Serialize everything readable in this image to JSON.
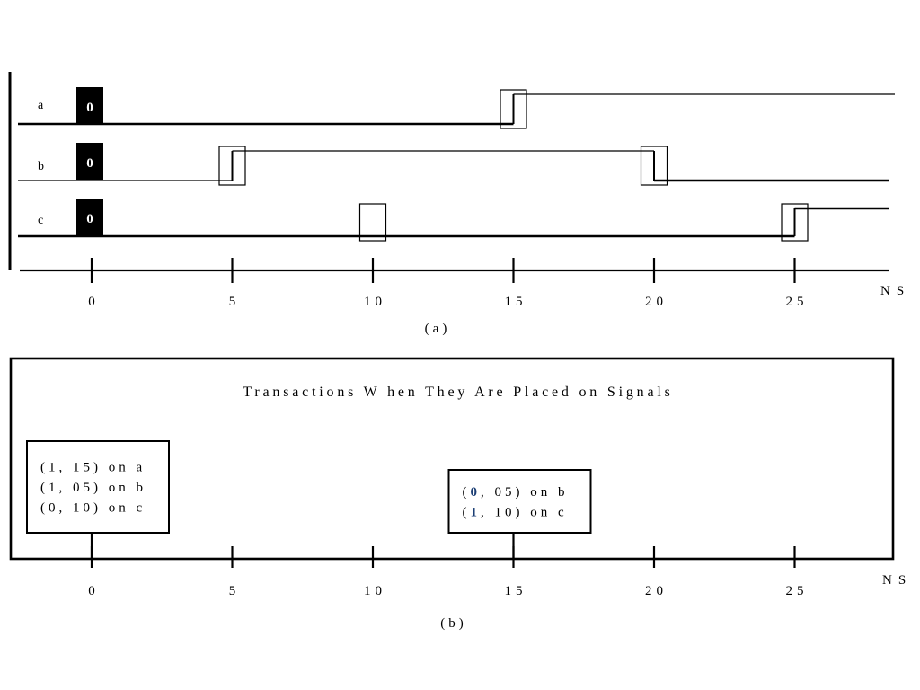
{
  "colors": {
    "ink": "#000000",
    "background": "#ffffff",
    "marker_fill": "#000000",
    "marker_text": "#ffffff",
    "highlight_digit": "#1b3e74"
  },
  "panel_a": {
    "signals": [
      {
        "name": "a",
        "initial_value": "0",
        "initial_level": 0,
        "transitions": [
          {
            "time": 15,
            "level": 1
          }
        ],
        "marked_times": [
          15
        ]
      },
      {
        "name": "b",
        "initial_value": "0",
        "initial_level": 0,
        "transitions": [
          {
            "time": 5,
            "level": 1
          },
          {
            "time": 20,
            "level": 0
          }
        ],
        "marked_times": [
          5,
          20
        ]
      },
      {
        "name": "c",
        "initial_value": "0",
        "initial_level": 0,
        "transitions": [
          {
            "time": 25,
            "level": 1
          }
        ],
        "marked_times": [
          10,
          25
        ]
      }
    ],
    "axis": {
      "unit": "NS",
      "ticks": [
        {
          "time": 0,
          "label": "0"
        },
        {
          "time": 5,
          "label": "5"
        },
        {
          "time": 10,
          "label": "10"
        },
        {
          "time": 15,
          "label": "15"
        },
        {
          "time": 20,
          "label": "20"
        },
        {
          "time": 25,
          "label": "25"
        }
      ]
    },
    "caption": "(a)"
  },
  "panel_b": {
    "title": "Transactions W hen They Are Placed on Signals",
    "groups": [
      {
        "time": 0,
        "lines": [
          {
            "prefix": "(",
            "value": "1",
            "suffix": ", 15) on a",
            "highlight": false
          },
          {
            "prefix": "(",
            "value": "1",
            "suffix": ", 05) on b",
            "highlight": false
          },
          {
            "prefix": "(",
            "value": "0",
            "suffix": ", 10) on c",
            "highlight": false
          }
        ]
      },
      {
        "time": 15,
        "lines": [
          {
            "prefix": "(",
            "value": "0",
            "suffix": ", 05) on b",
            "highlight": true
          },
          {
            "prefix": "(",
            "value": "1",
            "suffix": ", 10) on c",
            "highlight": true
          }
        ]
      }
    ],
    "axis": {
      "unit": "NS",
      "ticks": [
        {
          "time": 0,
          "label": "0"
        },
        {
          "time": 5,
          "label": "5"
        },
        {
          "time": 10,
          "label": "10"
        },
        {
          "time": 15,
          "label": "15"
        },
        {
          "time": 20,
          "label": "20"
        },
        {
          "time": 25,
          "label": "25"
        }
      ]
    },
    "caption": "(b)"
  }
}
